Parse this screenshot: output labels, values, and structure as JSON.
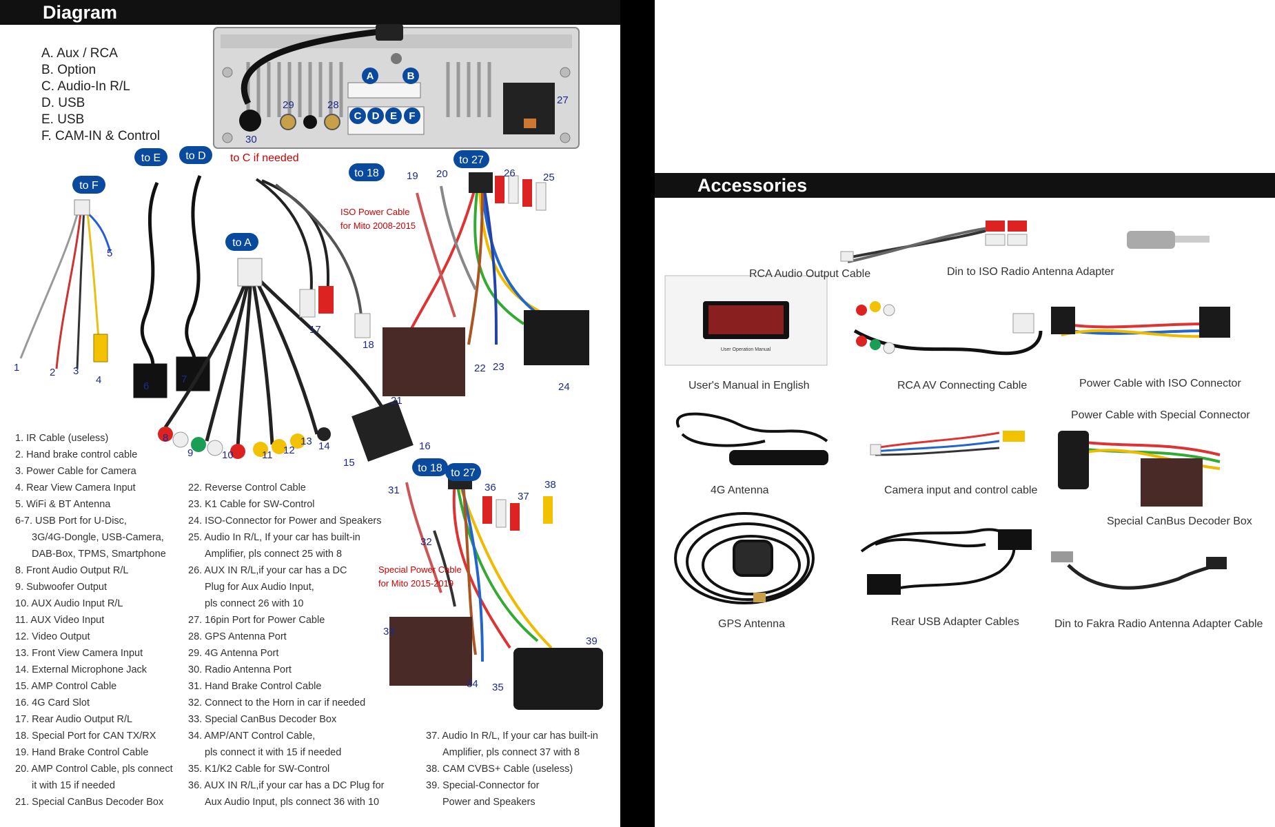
{
  "diagram": {
    "title": "Diagram",
    "legend_letters": [
      "A. Aux / RCA",
      "B. Option",
      "C. Audio-In R/L",
      "D. USB",
      "E. USB",
      "F.  CAM-IN & Control"
    ],
    "unit_ports": [
      "A",
      "B",
      "C",
      "D",
      "E",
      "F"
    ],
    "unit_numbers": {
      "n27": "27",
      "n28": "28",
      "n29": "29",
      "n30": "30"
    },
    "pills": {
      "to_e": "to E",
      "to_d": "to D",
      "to_f": "to F",
      "to_a": "to A",
      "to_18_top": "to 18",
      "to_27_top": "to 27",
      "to_18_bottom": "to 18",
      "to_27_bottom": "to 27"
    },
    "red_labels": {
      "to_c": "to C if needed",
      "iso_line1": "ISO Power Cable",
      "iso_line2": "for Mito 2008-2015",
      "special_line1": "Special Power Cable",
      "special_line2": "for Mito 2015-2019"
    },
    "cable_numbers": [
      "1",
      "2",
      "3",
      "4",
      "5",
      "6",
      "7",
      "8",
      "9",
      "10",
      "11",
      "12",
      "13",
      "14",
      "15",
      "16",
      "17",
      "18",
      "19",
      "20",
      "21",
      "22",
      "23",
      "24",
      "25",
      "26",
      "31",
      "32",
      "33",
      "34",
      "35",
      "36",
      "37",
      "38",
      "39"
    ],
    "list_col1": [
      "1. IR Cable (useless)",
      "2. Hand brake control cable",
      "3. Power Cable for Camera",
      "4. Rear View Camera Input",
      "5. WiFi & BT Antenna",
      "6-7. USB Port for U-Disc,",
      "3G/4G-Dongle, USB-Camera,",
      "DAB-Box, TPMS, Smartphone",
      "8. Front Audio Output R/L",
      "9. Subwoofer Output",
      "10. AUX Audio Input R/L",
      "11. AUX Video Input",
      "12. Video Output",
      "13. Front View Camera Input",
      "14. External Microphone Jack",
      "15. AMP Control Cable",
      "16. 4G Card Slot",
      "17. Rear Audio Output R/L",
      "18. Special Port for CAN TX/RX",
      "19. Hand Brake Control Cable",
      "20. AMP Control Cable, pls connect",
      "it with 15 if needed",
      "21. Special CanBus Decoder Box"
    ],
    "list_col2": [
      "22. Reverse Control Cable",
      "23. K1 Cable for SW-Control",
      "24. ISO-Connector for Power and Speakers",
      "25. Audio In R/L, If your car has built-in",
      "Amplifier, pls connect 25 with 8",
      "26. AUX IN R/L,if your car has a DC",
      "Plug for Aux Audio Input,",
      "pls connect 26 with 10",
      "27. 16pin Port for Power Cable",
      "28. GPS Antenna Port",
      "29. 4G Antenna Port",
      "30. Radio Antenna Port",
      "31. Hand Brake Control Cable",
      "32. Connect to the Horn in car if needed",
      "33. Special CanBus Decoder Box",
      "34. AMP/ANT Control Cable,",
      "pls connect it with 15 if needed",
      "35. K1/K2 Cable for SW-Control",
      "36. AUX IN R/L,if your car has a DC Plug for",
      "Aux Audio Input, pls connect 36 with 10"
    ],
    "list_col3": [
      "37. Audio In R/L, If your car has built-in",
      "Amplifier, pls connect 37 with 8",
      "38. CAM CVBS+ Cable (useless)",
      "39. Special-Connector for",
      "Power and Speakers"
    ]
  },
  "accessories": {
    "title": "Accessories",
    "manual_caption": "User Operation Manual",
    "items": [
      "RCA Audio Output Cable",
      "Din to ISO Radio Antenna Adapter",
      "User's Manual in English",
      "RCA AV Connecting Cable",
      "Power Cable with ISO Connector",
      "Power Cable with Special Connector",
      "4G Antenna",
      "Camera input and control cable",
      "Special CanBus Decoder Box",
      "GPS Antenna",
      "Rear USB Adapter Cables",
      "Din to Fakra Radio Antenna Adapter Cable"
    ]
  },
  "colors": {
    "header_bg": "#111111",
    "pill_blue": "#0a4a9e",
    "number_blue": "#1e2a8a",
    "note_red": "#cc0000"
  }
}
